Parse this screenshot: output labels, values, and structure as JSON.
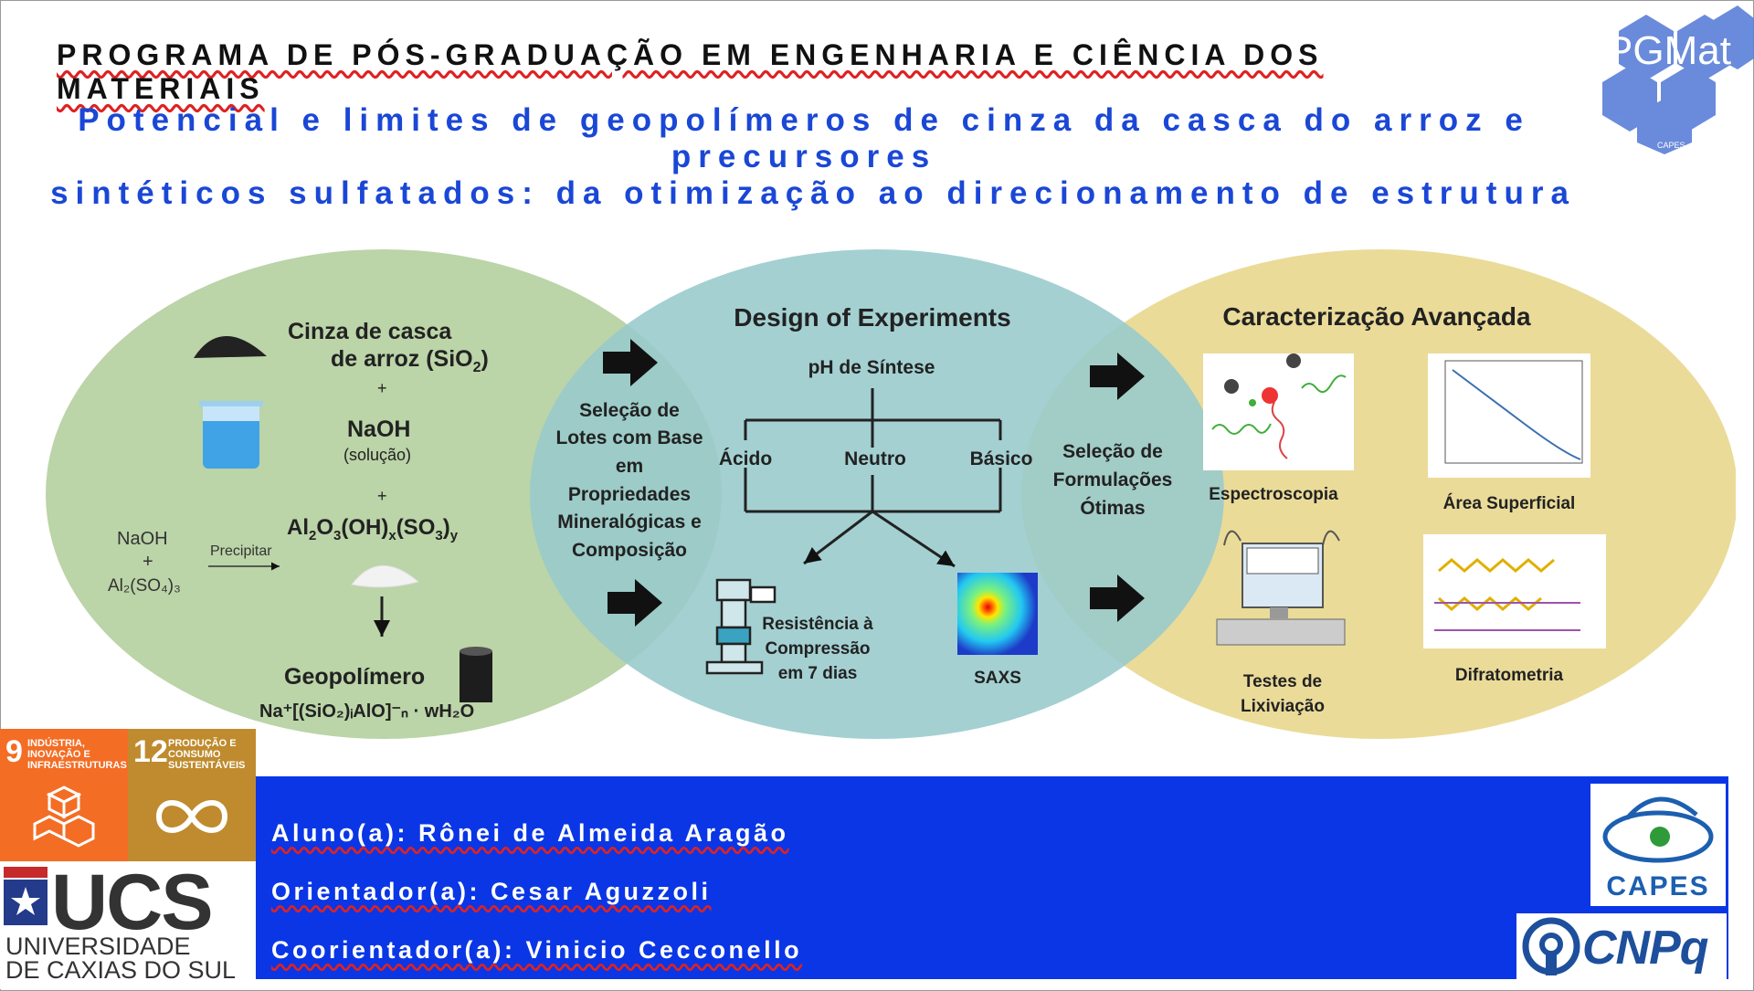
{
  "header": {
    "program": "PROGRAMA DE PÓS-GRADUAÇÃO EM ENGENHARIA E CIÊNCIA DOS MATERIAIS",
    "title_line1": "Potencial e limites de geopolímeros de cinza da casca do arroz e precursores",
    "title_line2": "sintéticos sulfatados: da otimização ao direcionamento de estrutura",
    "logo_text": "PGMat",
    "logo_small": "CAPES"
  },
  "left": {
    "ash_line1": "Cinza de casca",
    "ash_line2": "de arroz (SiO",
    "ash_sub": "2",
    "ash_close": ")",
    "plus1": "+",
    "naoh": "NaOH",
    "solucao": "(solução)",
    "plus2": "+",
    "al_a": "Al",
    "al_s1": "2",
    "al_b": "O",
    "al_s2": "3",
    "al_c": "(OH)",
    "al_s3": "x",
    "al_d": "(SO",
    "al_s4": "3",
    "al_e": ")",
    "al_s5": "y",
    "side_naoh": "NaOH",
    "side_plus": "+",
    "side_al": "Al₂(SO₄)₃",
    "precipitar": "Precipitar",
    "geopolimero": "Geopolímero",
    "formula": "Na⁺[(SiO₂)ᵢAlO]⁻ₙ · wH₂O"
  },
  "selecao_lotes": [
    "Seleção de",
    "Lotes com Base",
    "em",
    "Propriedades",
    "Mineralógicas e",
    "Composição"
  ],
  "middle": {
    "title": "Design of Experiments",
    "ph": "pH de Síntese",
    "acido": "Ácido",
    "neutro": "Neutro",
    "basico": "Básico",
    "resistencia": [
      "Resistência à",
      "Compressão",
      "em 7 dias"
    ],
    "saxs": "SAXS"
  },
  "selecao_form": [
    "Seleção de",
    "Formulações",
    "Ótimas"
  ],
  "right": {
    "title": "Caracterização Avançada",
    "espectroscopia": "Espectroscopia",
    "area": "Área Superficial",
    "lixiviacao": [
      "Testes de",
      "Lixiviação"
    ],
    "difratometria": "Difratometria"
  },
  "footer": {
    "aluno": "Aluno(a): Rônei de Almeida Aragão",
    "orientador": "Orientador(a): Cesar Aguzzoli",
    "coorientador": "Coorientador(a): Vinicio Cecconello"
  },
  "sdg": {
    "sdg9_num": "9",
    "sdg9_label": "Indústria, inovação e infraestruturas",
    "sdg12_num": "12",
    "sdg12_label": "Produção e consumo sustentáveis"
  },
  "logos": {
    "ucs": "UCS",
    "ucs_sub1": "UNIVERSIDADE",
    "ucs_sub2": "DE CAXIAS DO SUL",
    "capes": "CAPES",
    "cnpq": "CNPq"
  },
  "colors": {
    "blue_title": "#1a47d6",
    "footer_blue": "#0a36e6",
    "green_ellipse": "#b4cf9e",
    "teal_ellipse": "#97c9cc",
    "yellow_ellipse": "#e8d78e"
  }
}
